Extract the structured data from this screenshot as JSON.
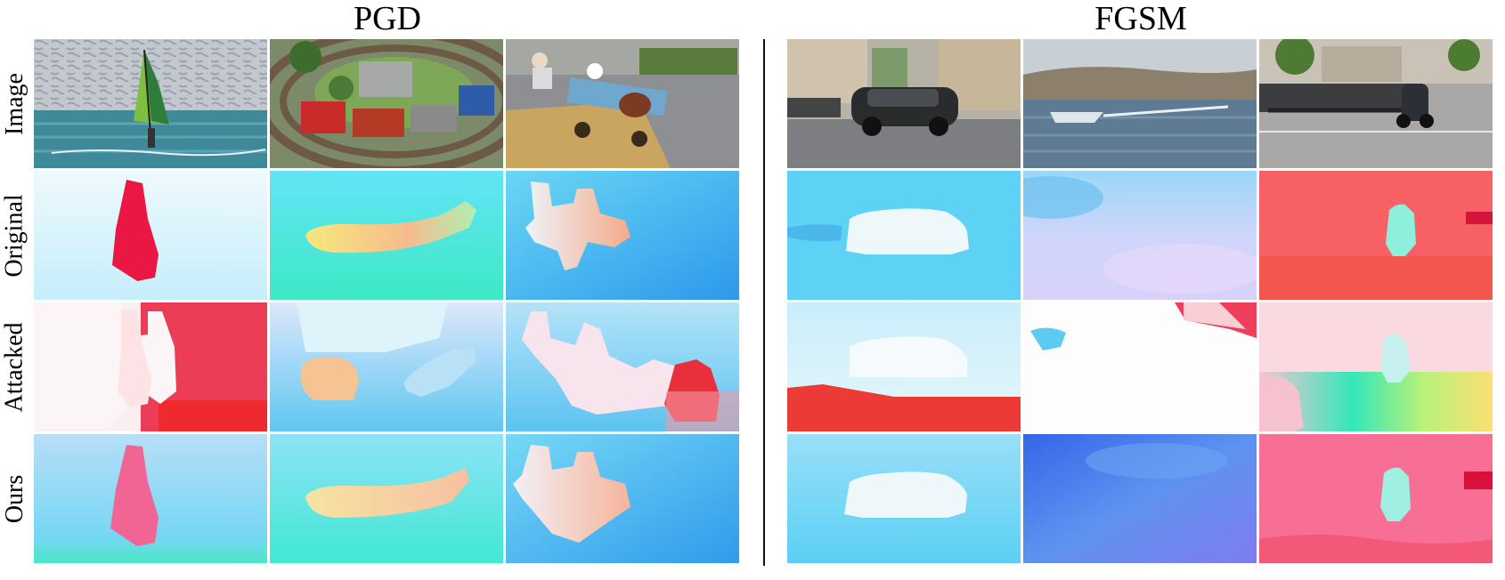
{
  "groups": [
    {
      "title": "PGD"
    },
    {
      "title": "FGSM"
    }
  ],
  "rows": [
    {
      "label": "Image"
    },
    {
      "label": "Original"
    },
    {
      "label": "Attacked"
    },
    {
      "label": "Ours"
    }
  ],
  "colors": {
    "flow_cyan": "#58d4f4",
    "flow_white": "#eef8fb",
    "flow_red": "#ff2a3c",
    "flow_orange": "#f7b58a",
    "flow_green": "#4ef0b6",
    "flow_blue": "#3f73ea",
    "flow_pink": "#f86f98"
  }
}
